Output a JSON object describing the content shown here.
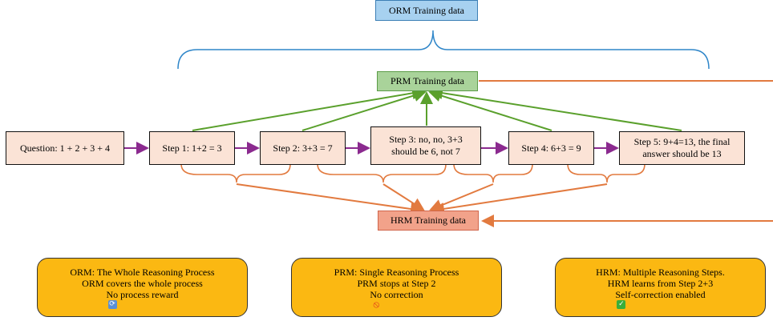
{
  "orm_label": "ORM Training data",
  "prm_label": "PRM Training data",
  "hrm_label": "HRM Training data",
  "question": "Question: 1 + 2 + 3 + 4",
  "steps": [
    "Step 1: 1+2 = 3",
    "Step 2: 3+3 = 7",
    "Step 3: no, no, 3+3 should be 6, not 7",
    "Step 4: 6+3 = 9",
    "Step 5: 9+4=13, the final answer should be 13"
  ],
  "cards": {
    "orm": [
      "ORM: The Whole Reasoning Process",
      "ORM covers the whole process",
      "No process reward"
    ],
    "prm": [
      "PRM: Single Reasoning Process",
      "PRM stops at Step 2",
      "No correction"
    ],
    "hrm": [
      "HRM: Multiple Reasoning Steps.",
      "HRM learns from Step 2+3",
      "Self-correction enabled"
    ]
  },
  "icons": {
    "orm_icon": "refresh-icon",
    "prm_icon": "prohibited-icon",
    "hrm_icon": "check-mark-icon"
  },
  "colors": {
    "step_fill": "#fbe3d6",
    "orm_fill": "#a7d1f0",
    "prm_fill": "#a9d39a",
    "hrm_fill": "#f2a28a",
    "card_fill": "#fbb812",
    "purple_arrow": "#8b2a8f",
    "green_line": "#5aa02c",
    "orange_line": "#e27a3f",
    "blue_brace": "#2f86c9"
  }
}
